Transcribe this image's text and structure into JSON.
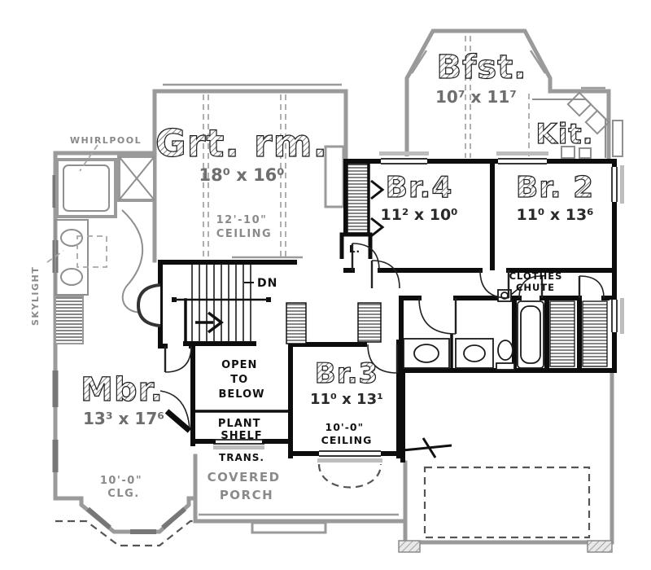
{
  "colors": {
    "ink": "#0d0d0d",
    "subfloor_gray": "#9a9a9a",
    "background": "#ffffff",
    "sill_gray": "#bdbdbd"
  },
  "rooms": {
    "great_room": {
      "name": "Grt. rm.",
      "dims": "18⁰ x 16⁰",
      "ceiling": [
        "12'-10\"",
        "CEILING"
      ]
    },
    "breakfast": {
      "name": "Bfst.",
      "dims": "10⁷ x 11⁷"
    },
    "kitchen": {
      "name": "Kit."
    },
    "bedroom4": {
      "name": "Br.4",
      "dims": "11² x 10⁰"
    },
    "bedroom2": {
      "name": "Br. 2",
      "dims": "11⁰ x 13⁶"
    },
    "bedroom3": {
      "name": "Br.3",
      "dims": "11⁰ x 13¹",
      "ceiling": [
        "10'-0\"",
        "CEILING"
      ]
    },
    "master_bedroom": {
      "name": "Mbr.",
      "dims": "13³ x 17⁶",
      "ceiling": [
        "10'-0\"",
        "CLG."
      ]
    }
  },
  "labels": {
    "whirlpool": "WHIRLPOOL",
    "skylight": "SKYLIGHT",
    "stairs_down": "DN",
    "open_to_below": [
      "OPEN",
      "TO",
      "BELOW"
    ],
    "plant_shelf": [
      "PLANT",
      "SHELF"
    ],
    "transom": "TRANS.",
    "covered_porch": [
      "COVERED",
      "PORCH"
    ],
    "clothes_chute": [
      "CLOTHES",
      "CHUTE"
    ],
    "linen": "L."
  }
}
